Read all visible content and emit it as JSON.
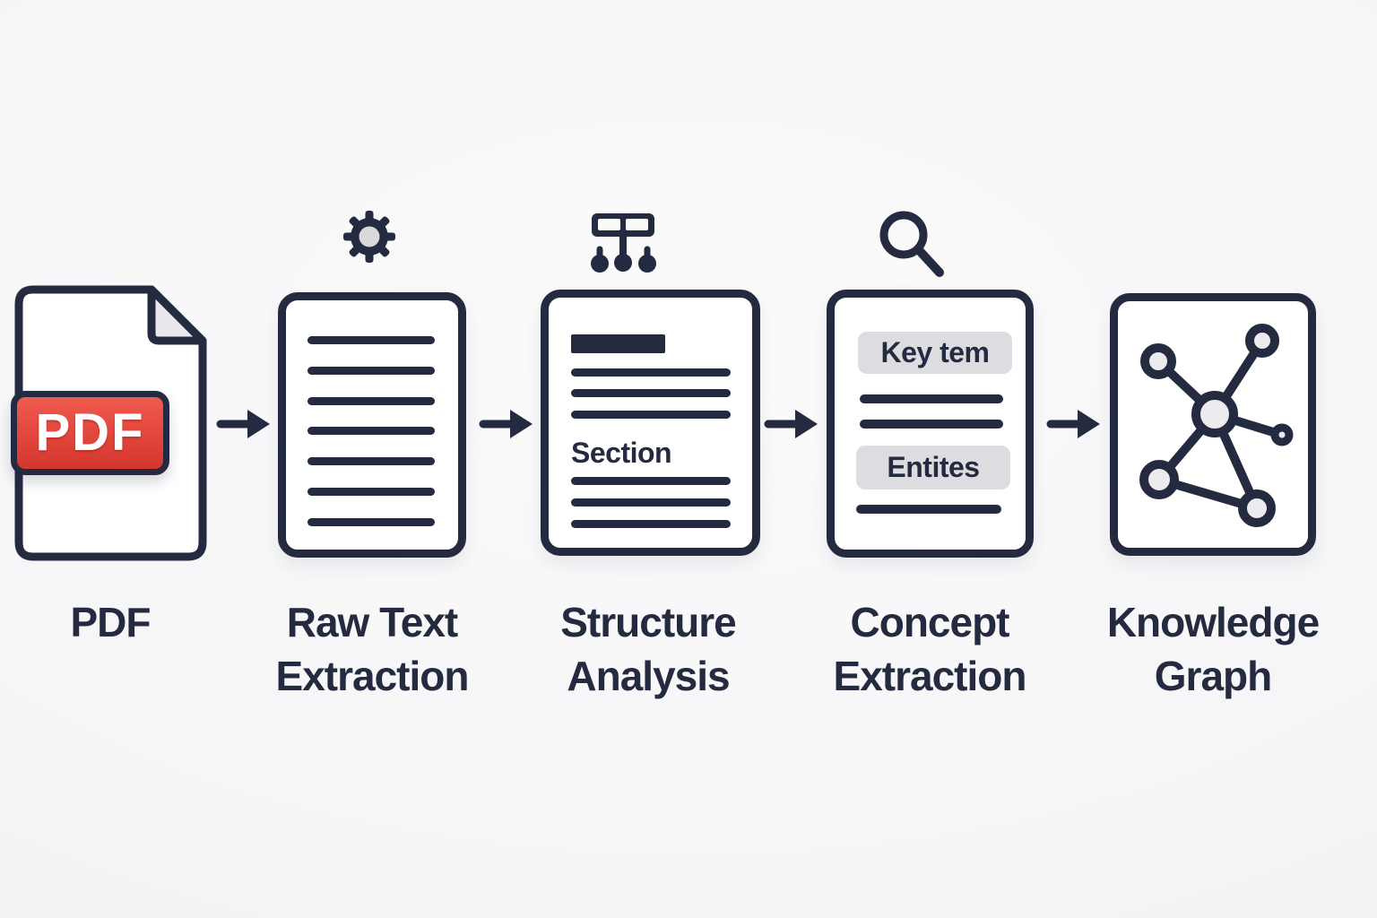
{
  "diagram": {
    "type": "pipeline-flowchart",
    "background_color": "#f5f5f7",
    "ink_color": "#242b40",
    "accent_red": "#e2453c",
    "chip_gray": "#dcdce1",
    "node_fill": "#ececef",
    "fold_gray": "#e9e9ed",
    "stages": [
      {
        "name": "pdf",
        "label_lines": [
          "PDF"
        ],
        "file_badge_text": "PDF",
        "icon": "pdf-file-icon"
      },
      {
        "name": "raw-text-extraction",
        "label_lines": [
          "Raw Text",
          "Extraction"
        ],
        "top_icon": "gear-icon",
        "card_content": "seven-text-lines"
      },
      {
        "name": "structure-analysis",
        "label_lines": [
          "Structure",
          "Analysis"
        ],
        "top_icon": "sitemap-icon",
        "section_heading": "Section"
      },
      {
        "name": "concept-extraction",
        "label_lines": [
          "Concept",
          "Extraction"
        ],
        "top_icon": "magnifier-icon",
        "chips": [
          "Key tem",
          "Entites"
        ]
      },
      {
        "name": "knowledge-graph",
        "label_lines": [
          "Knowledge",
          "Graph"
        ],
        "icon": "network-graph-icon"
      }
    ],
    "arrows": [
      "right-arrow",
      "right-arrow",
      "right-arrow",
      "right-arrow"
    ]
  }
}
